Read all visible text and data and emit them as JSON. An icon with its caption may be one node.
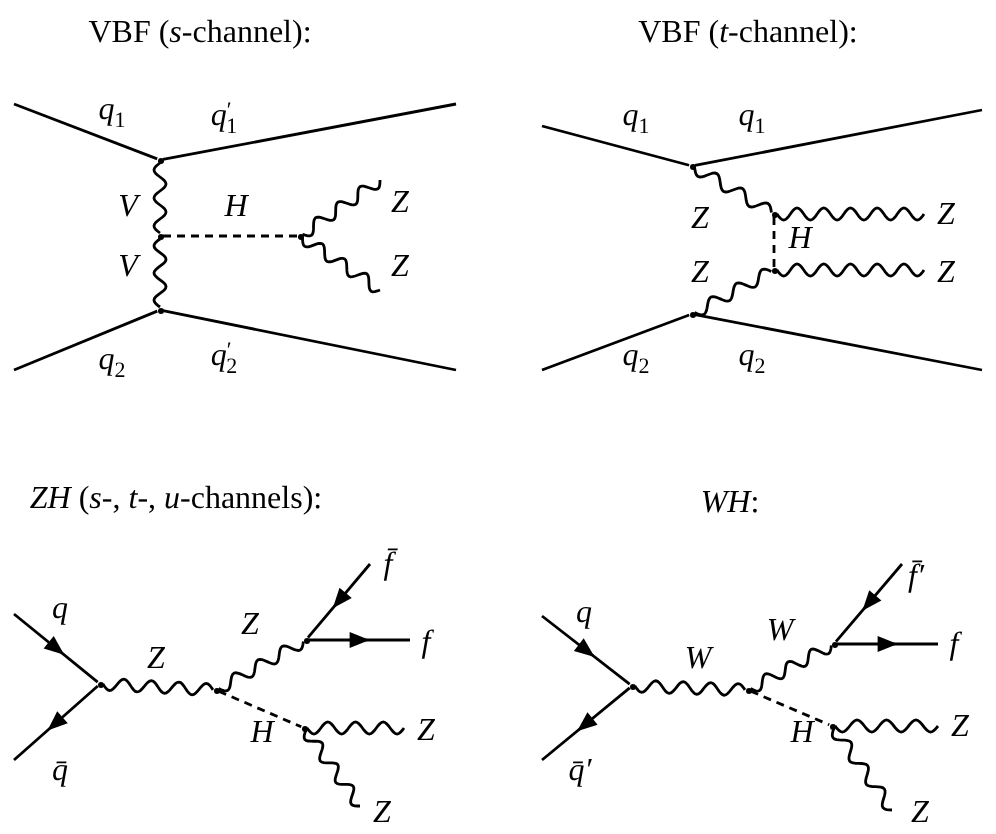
{
  "diagram": {
    "nodes": [
      {
        "text": [],
        "shape": "dot"
      },
      {
        "text": [],
        "shape": "dot"
      },
      {
        "text": [],
        "shape": "dot"
      },
      {
        "text": [],
        "shape": "dot"
      },
      {
        "text": [],
        "shape": "dot"
      },
      {
        "text": [],
        "shape": "dot"
      },
      {
        "text": [],
        "shape": "dot"
      },
      {
        "text": [],
        "shape": "dot"
      },
      {
        "text": [],
        "shape": "dot"
      },
      {
        "text": [],
        "shape": "dot"
      },
      {
        "text": [],
        "shape": "dot"
      },
      {
        "text": [],
        "shape": "dot"
      },
      {
        "text": [],
        "shape": "dot"
      },
      {
        "text": [],
        "shape": "dot"
      },
      {
        "text": [],
        "shape": "dot"
      },
      {
        "text": [],
        "shape": "dot"
      }
    ],
    "edges": [
      {
        "from": null,
        "to": 0,
        "arrow": "none",
        "label": "q$_{1}$"
      },
      {
        "from": 0,
        "to": null,
        "arrow": "none",
        "label": "q$^{′}$$_{1}$"
      },
      {
        "from": null,
        "to": 2,
        "arrow": "none",
        "label": "q$_{2}$"
      },
      {
        "from": 2,
        "to": null,
        "arrow": "none",
        "label": "q$^{′}$$_{2}$"
      },
      {
        "from": 0,
        "to": 1,
        "arrow": "none",
        "label": "V"
      },
      {
        "from": 1,
        "to": 2,
        "arrow": "none",
        "label": "V"
      },
      {
        "from": 1,
        "to": 3,
        "arrow": "none",
        "label": "H",
        "style": "dashed"
      },
      {
        "from": 3,
        "to": null,
        "arrow": "none",
        "label": "Z"
      },
      {
        "from": 3,
        "to": null,
        "arrow": "none",
        "label": "Z"
      },
      {
        "from": null,
        "to": 4,
        "arrow": "none",
        "label": "q$_{1}$"
      },
      {
        "from": 4,
        "to": null,
        "arrow": "none",
        "label": "q$_{1}$"
      },
      {
        "from": null,
        "to": 7,
        "arrow": "none",
        "label": "q$_{2}$"
      },
      {
        "from": 7,
        "to": null,
        "arrow": "none",
        "label": "q$_{2}$"
      },
      {
        "from": 4,
        "to": 5,
        "arrow": "none",
        "label": "Z"
      },
      {
        "from": 5,
        "to": null,
        "arrow": "none",
        "label": "Z"
      },
      {
        "from": 5,
        "to": 6,
        "arrow": "none",
        "label": "H",
        "style": "dashed"
      },
      {
        "from": 7,
        "to": 6,
        "arrow": "none",
        "label": "Z"
      },
      {
        "from": 6,
        "to": null,
        "arrow": "none",
        "label": "Z"
      },
      {
        "from": null,
        "to": 8,
        "arrow": "to",
        "label": "q"
      },
      {
        "from": 8,
        "to": null,
        "arrow": "to",
        "label": "q̄"
      },
      {
        "from": 8,
        "to": 9,
        "arrow": "none",
        "label": "Z"
      },
      {
        "from": 9,
        "to": 10,
        "arrow": "none",
        "label": "Z"
      },
      {
        "from": null,
        "to": 10,
        "arrow": "to",
        "label": "f̄"
      },
      {
        "from": 10,
        "to": null,
        "arrow": "to",
        "label": "f"
      },
      {
        "from": 9,
        "to": 11,
        "arrow": "none",
        "label": "H",
        "style": "dashed"
      },
      {
        "from": 11,
        "to": null,
        "arrow": "none",
        "label": "Z"
      },
      {
        "from": 11,
        "to": null,
        "arrow": "none",
        "label": "Z"
      },
      {
        "from": null,
        "to": 12,
        "arrow": "to",
        "label": "q"
      },
      {
        "from": 12,
        "to": null,
        "arrow": "to",
        "label": "q̄′"
      },
      {
        "from": 12,
        "to": 13,
        "arrow": "none",
        "label": "W"
      },
      {
        "from": 13,
        "to": 14,
        "arrow": "none",
        "label": "W"
      },
      {
        "from": null,
        "to": 14,
        "arrow": "to",
        "label": "f̄′"
      },
      {
        "from": 14,
        "to": null,
        "arrow": "to",
        "label": "f"
      },
      {
        "from": 13,
        "to": 15,
        "arrow": "none",
        "label": "H",
        "style": "dashed"
      },
      {
        "from": 15,
        "to": null,
        "arrow": "none",
        "label": "Z"
      },
      {
        "from": 15,
        "to": null,
        "arrow": "none",
        "label": "Z"
      }
    ],
    "labels": [
      "VBF (*s*-channel):",
      "VBF (*t*-channel):",
      "*ZH* (*s*-, *t*-, *u*-channels):",
      "*WH*:"
    ]
  }
}
